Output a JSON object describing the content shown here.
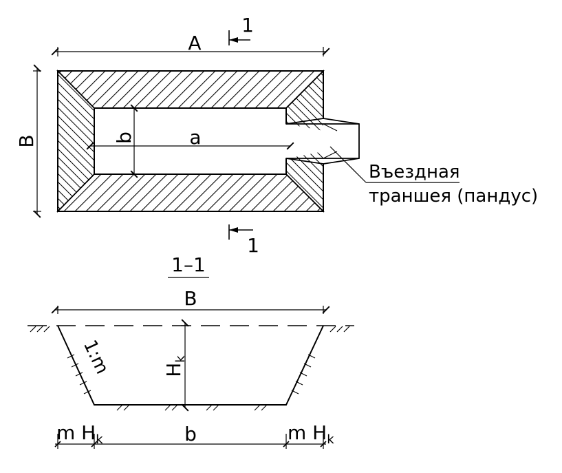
{
  "plan": {
    "dim_length": "A",
    "dim_width": "B",
    "dim_inner_width": "b",
    "dim_inner_length": "a",
    "section_mark": "1",
    "ramp_label_line1": "Въездная",
    "ramp_label_line2": "траншея (пандус)"
  },
  "section": {
    "title": "1–1",
    "dim_top_width": "B",
    "slope": "1:m",
    "depth_main": "H",
    "depth_sub": "k",
    "dim_bottom_width": "b",
    "offset_left_main": "m H",
    "offset_left_sub": "k",
    "offset_right_main": "m H",
    "offset_right_sub": "k"
  }
}
